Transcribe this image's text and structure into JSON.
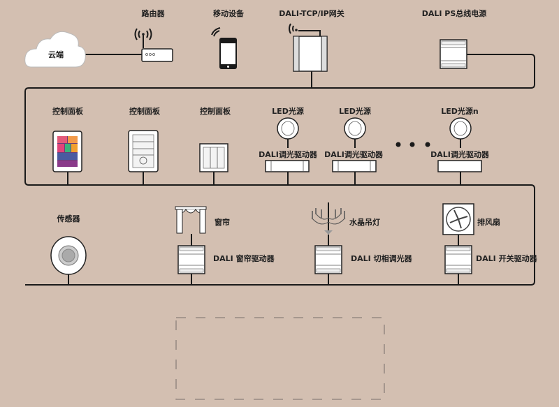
{
  "top": {
    "cloud": "云端",
    "router": "路由器",
    "mobile": "移动设备",
    "gateway": "DALI-TCP/IP网关",
    "power_supply": "DALI PS总线电源"
  },
  "middle": {
    "panels": [
      "控制面板",
      "控制面板",
      "控制面板"
    ],
    "leds": [
      "LED光源",
      "LED光源",
      "LED光源n"
    ],
    "drivers": [
      "DALI调光驱动器",
      "DALI调光驱动器",
      "DALI调光驱动器"
    ]
  },
  "bottom": {
    "sensor": "传感器",
    "curtain": "窗帘",
    "curtain_driver": "DALI 窗帘驱动器",
    "chandelier": "水晶吊灯",
    "phase_dimmer": "DALI 切相调光器",
    "fan": "排风扇",
    "switch_driver": "DALI 开关驱动器"
  },
  "colors": {
    "background": "#d3bfb1",
    "line": "#1a1a1a",
    "dashed": "#8a7f7a"
  }
}
